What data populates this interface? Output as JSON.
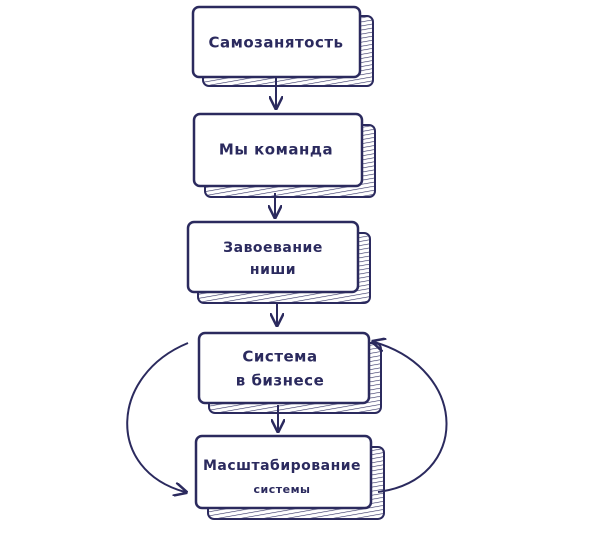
{
  "steps": [
    {
      "lines": [
        "Самозанятость"
      ]
    },
    {
      "lines": [
        "Мы команда"
      ]
    },
    {
      "lines": [
        "Завоевание",
        "ниши"
      ]
    },
    {
      "lines": [
        "Система",
        "в бизнесе"
      ]
    },
    {
      "lines": [
        "Масштабирование",
        "системы"
      ]
    }
  ],
  "colors": {
    "ink": "#2b2a5e",
    "box_fill": "#ffffff",
    "shadow_fill": "#e6e6ee"
  }
}
